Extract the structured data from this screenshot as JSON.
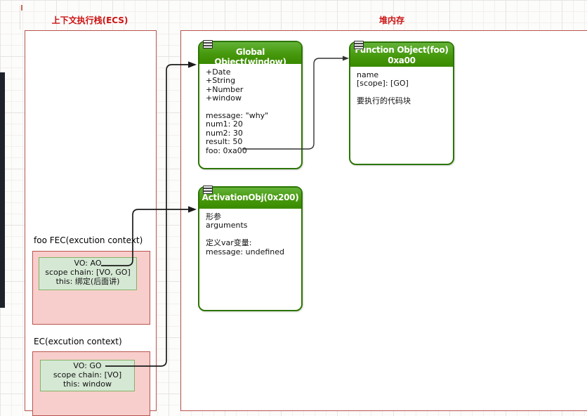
{
  "stack": {
    "title": "上下文执行栈(ECS)",
    "frames": [
      {
        "label": "foo FEC(excution context)",
        "vo": [
          "VO: AO",
          "scope chain: [VO, GO]",
          "this: 绑定(后面讲)"
        ]
      },
      {
        "label": "EC(excution context)",
        "vo": [
          "VO: GO",
          "scope chain: [VO]",
          "this: window"
        ]
      }
    ]
  },
  "heap": {
    "title": "堆内存",
    "boxes": [
      {
        "title": "Global Object(window)",
        "lines": [
          "+Date",
          "+String",
          "+Number",
          "+window",
          "",
          "message: \"why\"",
          "num1: 20",
          "num2: 30",
          "result: 50",
          "foo: 0xa00"
        ]
      },
      {
        "title": "Function Object(foo)",
        "subtitle": "0xa00",
        "lines": [
          "name",
          "[scope]: [GO]",
          "",
          "要执行的代码块"
        ]
      },
      {
        "title": "ActivationObj(0x200)",
        "lines": [
          "形参",
          "arguments",
          "",
          "定义var变量:",
          "message: undefined"
        ]
      }
    ]
  },
  "colors": {
    "title_red": "#cc1212",
    "region_border": "#b85450",
    "pink_fill": "#f8cecc",
    "vo_green_fill": "#d5e8d4",
    "vo_green_border": "#82b366",
    "object_green": "#46980c",
    "object_border": "#2c7500",
    "arrow": "#1a1a1a"
  }
}
